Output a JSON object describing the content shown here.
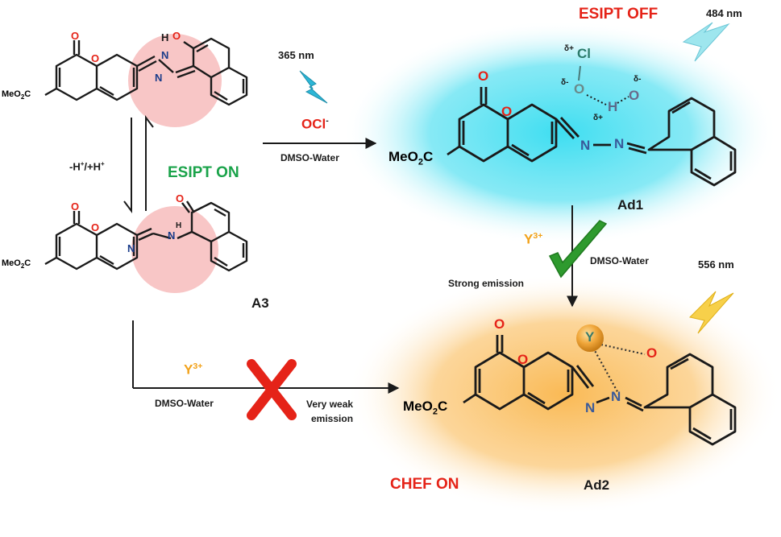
{
  "labels": {
    "esipt_on": "ESIPT ON",
    "esipt_off": "ESIPT OFF",
    "chef_on": "CHEF ON",
    "wl_365": "365 nm",
    "wl_484": "484 nm",
    "wl_556": "556 nm",
    "ocl_o": "OCl",
    "ocl_charge": "-",
    "solvent_top": "DMSO-Water",
    "solvent_right": "DMSO-Water",
    "solvent_bottom": "DMSO-Water",
    "yttrium": "Y",
    "yttrium_charge": "3+",
    "strong_emission": "Strong emission",
    "weak_emission_1": "Very weak",
    "weak_emission_2": "emission",
    "proton_exchange_1": "-H",
    "proton_exchange_sup": "+",
    "proton_exchange_2": "/+H",
    "compound_a3": "A3",
    "compound_ad1": "Ad1",
    "compound_ad2": "Ad2",
    "ester_me": "MeO",
    "ester_sub": "2",
    "ester_c": "C",
    "atom_o": "O",
    "atom_n": "N",
    "atom_h": "H",
    "atom_nh": "H",
    "atom_cl": "Cl",
    "atom_y": "Y",
    "delta_plus": "δ+",
    "delta_minus": "δ-"
  },
  "colors": {
    "esipt_on": "#1aa34a",
    "red_label": "#e52318",
    "orange_label": "#f2a21a",
    "glow_cyan": "#34dcf0",
    "glow_orange": "#f9b64c",
    "pink_highlight": "#f7bcbc",
    "check": "#2e9a2e",
    "cross": "#e52318",
    "bolt_cyan": "#7fd8e6",
    "bolt_yellow": "#f7d04a"
  }
}
